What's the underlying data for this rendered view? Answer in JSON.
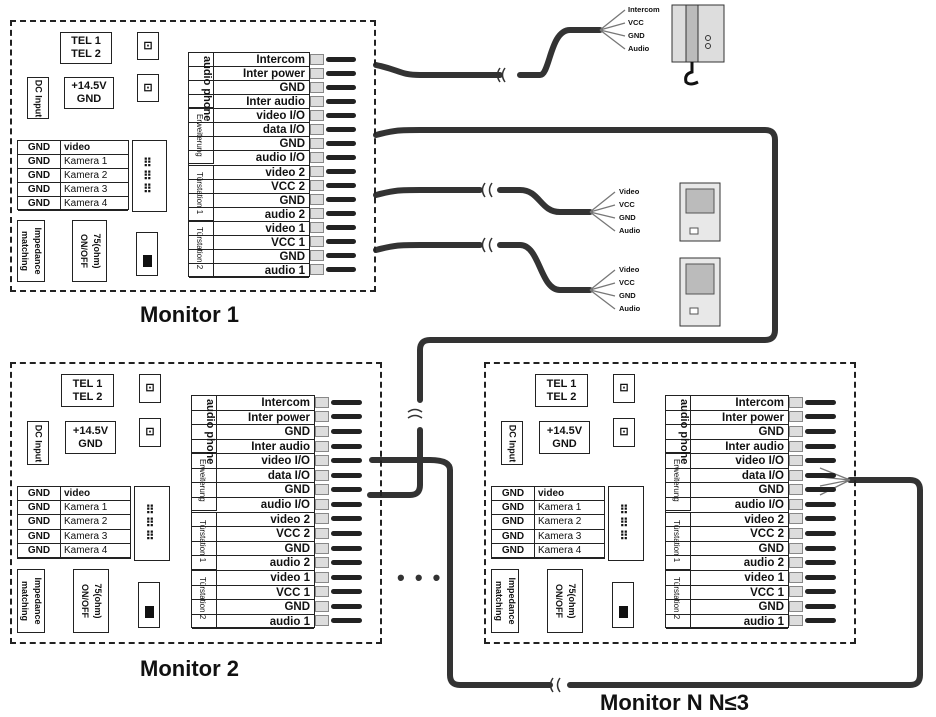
{
  "monitors": [
    {
      "label": "Monitor 1"
    },
    {
      "label": "Monitor 2"
    },
    {
      "label": "Monitor N N≤3"
    }
  ],
  "panel": {
    "tel": [
      "TEL 1",
      "TEL 2"
    ],
    "dc_input": "DC Input",
    "power": [
      "+14.5V",
      "GND"
    ],
    "camera_rows": [
      [
        "GND",
        "video"
      ],
      [
        "GND",
        "Kamera 1"
      ],
      [
        "GND",
        "Kamera 2"
      ],
      [
        "GND",
        "Kamera 3"
      ],
      [
        "GND",
        "Kamera 4"
      ]
    ],
    "impedance": "Impedance matching",
    "ohm_switch": "75(ohm) ON/OFF",
    "groups": [
      "audio phone",
      "Erweiterung",
      "Türstation 1",
      "Türstation 2"
    ],
    "terminals": [
      "Intercom",
      "Inter power",
      "GND",
      "Inter audio",
      "video I/O",
      "data I/O",
      "GND",
      "audio I/O",
      "video 2",
      "VCC 2",
      "GND",
      "audio 2",
      "video 1",
      "VCC 1",
      "GND",
      "audio 1"
    ]
  },
  "handset_wires": [
    "Intercom",
    "VCC",
    "GND",
    "Audio"
  ],
  "door_wires": [
    "Video",
    "VCC",
    "GND",
    "Audio"
  ],
  "ellipsis": "• • •"
}
